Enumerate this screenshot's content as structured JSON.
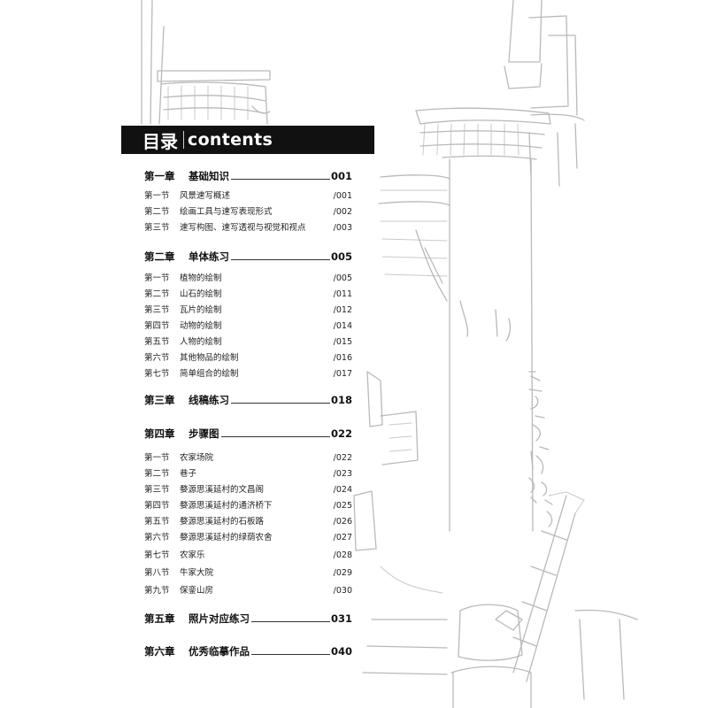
{
  "header": {
    "title_cn": "目录",
    "title_en": "contents"
  },
  "toc": [
    {
      "type": "chapter",
      "num": "第一章",
      "title": "基础知识",
      "page": "001"
    },
    {
      "type": "section",
      "num": "第一节",
      "title": "风景速写概述",
      "page": "/001"
    },
    {
      "type": "section",
      "num": "第二节",
      "title": "绘画工具与速写表现形式",
      "page": "/002"
    },
    {
      "type": "section",
      "num": "第三节",
      "title": "速写构图、速写透视与视觉和视点",
      "page": "/003"
    },
    {
      "type": "chapter",
      "num": "第二章",
      "title": "单体练习",
      "page": "005"
    },
    {
      "type": "section",
      "num": "第一节",
      "title": "植物的绘制",
      "page": "/005"
    },
    {
      "type": "section",
      "num": "第二节",
      "title": "山石的绘制",
      "page": "/011"
    },
    {
      "type": "section",
      "num": "第三节",
      "title": "瓦片的绘制",
      "page": "/012"
    },
    {
      "type": "section",
      "num": "第四节",
      "title": "动物的绘制",
      "page": "/014"
    },
    {
      "type": "section",
      "num": "第五节",
      "title": "人物的绘制",
      "page": "/015"
    },
    {
      "type": "section",
      "num": "第六节",
      "title": "其他物品的绘制",
      "page": "/016"
    },
    {
      "type": "section",
      "num": "第七节",
      "title": "简单组合的绘制",
      "page": "/017"
    },
    {
      "type": "chapter",
      "num": "第三章",
      "title": "线稿练习",
      "page": "018"
    },
    {
      "type": "chapter",
      "num": "第四章",
      "title": "步骤图",
      "page": "022"
    },
    {
      "type": "section",
      "num": "第一节",
      "title": "农家场院",
      "page": "/022"
    },
    {
      "type": "section",
      "num": "第二节",
      "title": "巷子",
      "page": "/023"
    },
    {
      "type": "section",
      "num": "第三节",
      "title": "婺源思溪延村的文昌阁",
      "page": "/024"
    },
    {
      "type": "section",
      "num": "第四节",
      "title": "婺源思溪延村的通济桥下",
      "page": "/025"
    },
    {
      "type": "section",
      "num": "第五节",
      "title": "婺源思溪延村的石板路",
      "page": "/026"
    },
    {
      "type": "section",
      "num": "第六节",
      "title": "婺源思溪延村的绿荫农舍",
      "page": "/027"
    },
    {
      "type": "section",
      "num": "第七节",
      "title": "农家乐",
      "page": "/028"
    },
    {
      "type": "section",
      "num": "第八节",
      "title": "牛家大院",
      "page": "/029"
    },
    {
      "type": "section",
      "num": "第九节",
      "title": "保銮山房",
      "page": "/030"
    },
    {
      "type": "chapter",
      "num": "第五章",
      "title": "照片对应练习",
      "page": "031"
    },
    {
      "type": "chapter",
      "num": "第六章",
      "title": "优秀临摹作品",
      "page": "040"
    }
  ]
}
